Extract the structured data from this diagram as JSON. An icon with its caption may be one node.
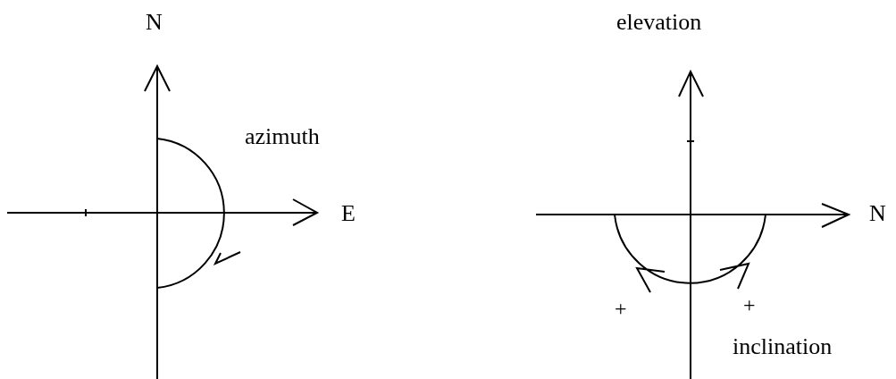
{
  "diagram": {
    "labels": [
      "N",
      "azimuth",
      "E",
      "elevation",
      "N",
      "+",
      "+",
      "inclination"
    ]
  }
}
